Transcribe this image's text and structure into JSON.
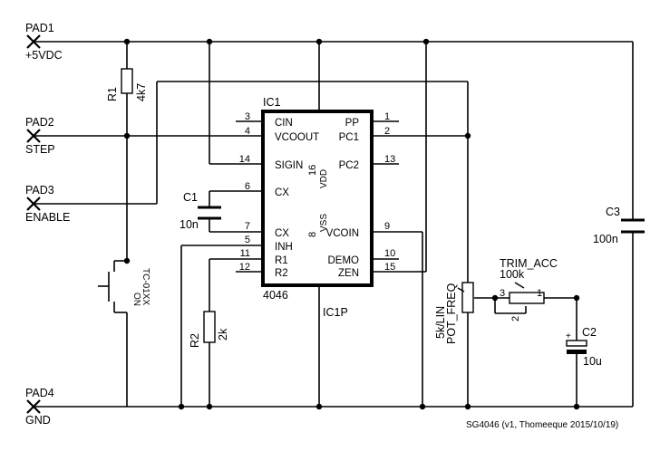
{
  "pads": [
    {
      "name": "PAD1",
      "signal": "+5VDC"
    },
    {
      "name": "PAD2",
      "signal": "STEP"
    },
    {
      "name": "PAD3",
      "signal": "ENABLE"
    },
    {
      "name": "PAD4",
      "signal": "GND"
    }
  ],
  "ic": {
    "ref": "IC1",
    "part": "4046",
    "power_ref": "IC1P",
    "vdd_label": "VDD",
    "vss_label": "VSS",
    "vdd_pin": "16",
    "vss_pin": "8",
    "left_pins": [
      {
        "num": "3",
        "name": "CIN"
      },
      {
        "num": "4",
        "name": "VCOOUT"
      },
      {
        "num": "14",
        "name": "SIGIN"
      },
      {
        "num": "6",
        "name": "CX"
      },
      {
        "num": "7",
        "name": "CX"
      },
      {
        "num": "5",
        "name": "INH"
      },
      {
        "num": "11",
        "name": "R1"
      },
      {
        "num": "12",
        "name": "R2"
      }
    ],
    "right_pins": [
      {
        "num": "1",
        "name": "PP"
      },
      {
        "num": "2",
        "name": "PC1"
      },
      {
        "num": "13",
        "name": "PC2"
      },
      {
        "num": "9",
        "name": "VCOIN"
      },
      {
        "num": "10",
        "name": "DEMO"
      },
      {
        "num": "15",
        "name": "ZEN"
      }
    ]
  },
  "components": {
    "r1": {
      "ref": "R1",
      "value": "4k7"
    },
    "r2": {
      "ref": "R2",
      "value": "2k"
    },
    "c1": {
      "ref": "C1",
      "value": "10n"
    },
    "c2": {
      "ref": "C2",
      "value": "10u"
    },
    "c3": {
      "ref": "C3",
      "value": "100n"
    },
    "switch": {
      "label": "ON",
      "part": "TC-01XX"
    },
    "pot_freq": {
      "ref": "POT_FREQ",
      "value": "5k/LIN"
    },
    "trim": {
      "ref": "TRIM_ACC",
      "value": "100k",
      "pins": [
        "3",
        "1",
        "2"
      ]
    }
  },
  "footer": "SG4046 (v1, Thomeeque 2015/10/19)"
}
